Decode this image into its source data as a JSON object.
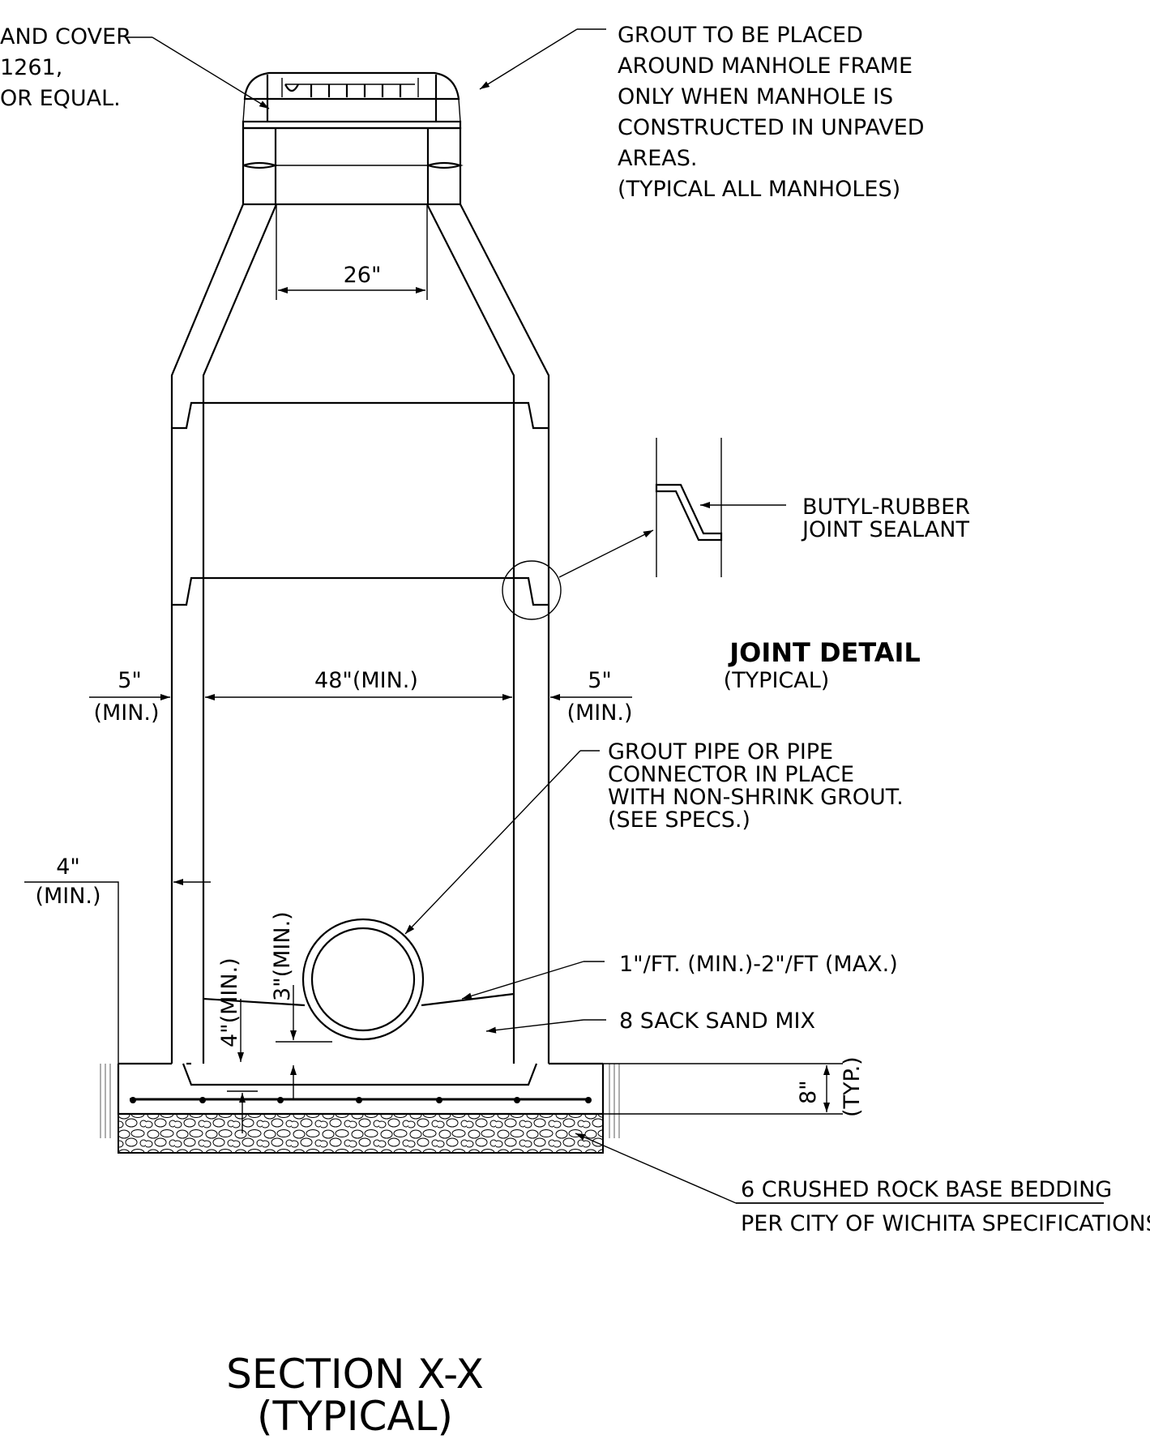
{
  "callouts": {
    "frame_cover": [
      "AND COVER",
      "1261,",
      "OR EQUAL."
    ],
    "grout_frame": [
      "GROUT TO BE PLACED",
      "AROUND MANHOLE FRAME",
      "ONLY WHEN MANHOLE IS",
      "CONSTRUCTED IN UNPAVED",
      "AREAS.",
      "(TYPICAL ALL MANHOLES)"
    ],
    "sealant": [
      "BUTYL-RUBBER",
      "JOINT SEALANT"
    ],
    "grout_pipe": [
      "GROUT PIPE OR PIPE",
      "CONNECTOR IN PLACE",
      "WITH NON-SHRINK GROUT.",
      "(SEE SPECS.)"
    ],
    "slope": "1\"/FT. (MIN.)-2\"/FT (MAX.)",
    "sand_mix": "8 SACK SAND MIX",
    "base_bedding": [
      "6 CRUSHED ROCK BASE BEDDING",
      "PER CITY OF WICHITA SPECIFICATIONS"
    ]
  },
  "joint_detail": {
    "title": "JOINT DETAIL",
    "subtitle": "(TYPICAL)"
  },
  "dimensions": {
    "opening": "26\"",
    "inside_diameter": "48\"(MIN.)",
    "wall_left": [
      "5\"",
      "(MIN.)"
    ],
    "wall_right": [
      "5\"",
      "(MIN.)"
    ],
    "base_wall": [
      "4\"",
      "(MIN.)"
    ],
    "invert_depth": "4\"(MIN.)",
    "pipe_clearance": "3\"(MIN.)",
    "slab": [
      "8\"",
      "(TYP.)"
    ]
  },
  "section": {
    "title": "SECTION X-X",
    "subtitle": "(TYPICAL)"
  }
}
